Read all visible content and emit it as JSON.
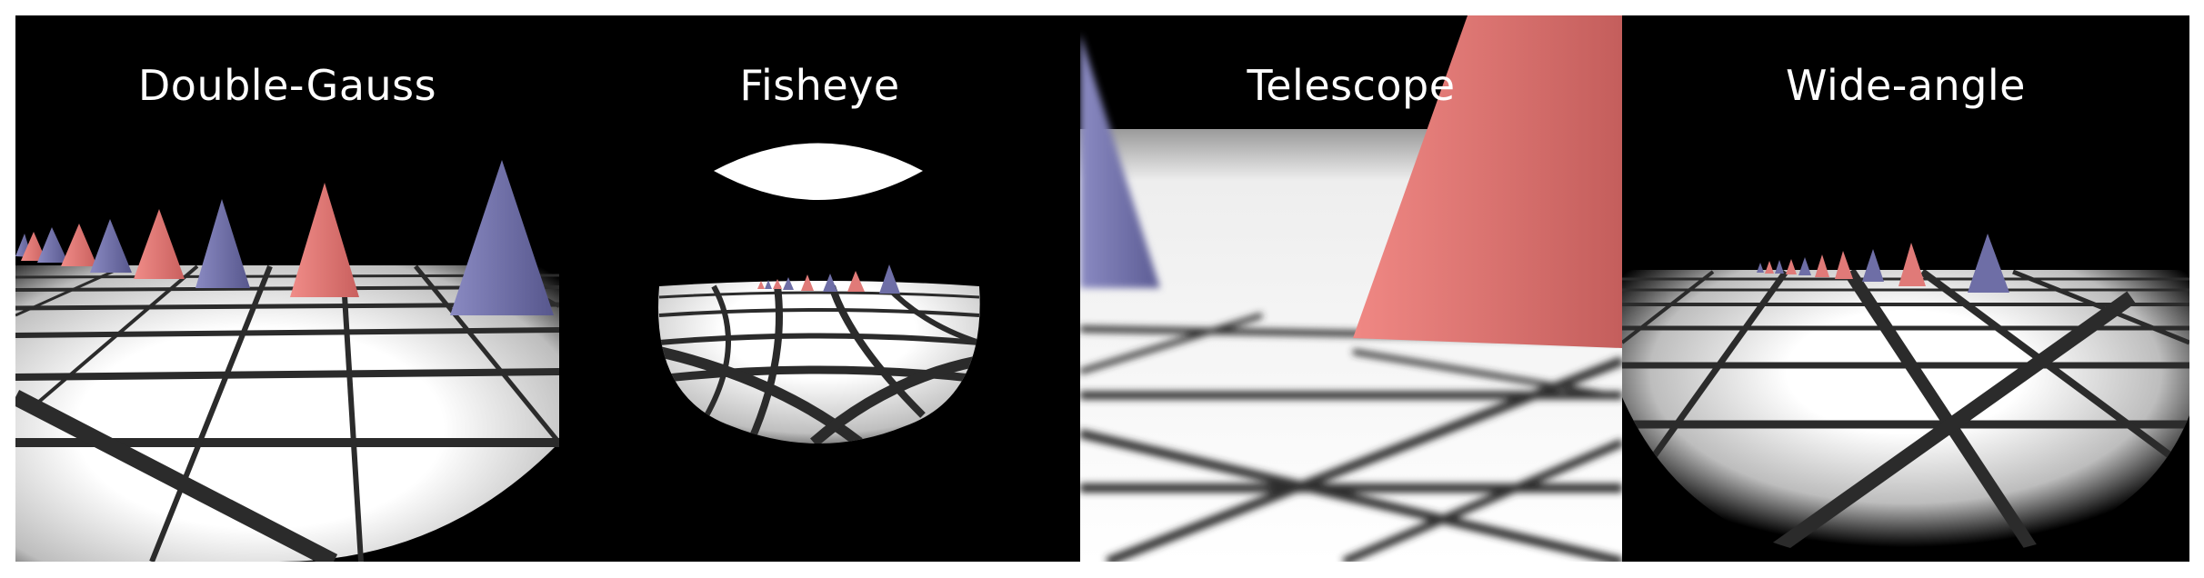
{
  "panels": [
    {
      "label": "Double-Gauss"
    },
    {
      "label": "Fisheye"
    },
    {
      "label": "Telescope"
    },
    {
      "label": "Wide-angle"
    }
  ],
  "colors": {
    "background": "#000000",
    "floor": "#f2f2f2",
    "grid": "#2a2a2a",
    "cone_red": "#e07a78",
    "cone_blue": "#6e6ea6"
  }
}
